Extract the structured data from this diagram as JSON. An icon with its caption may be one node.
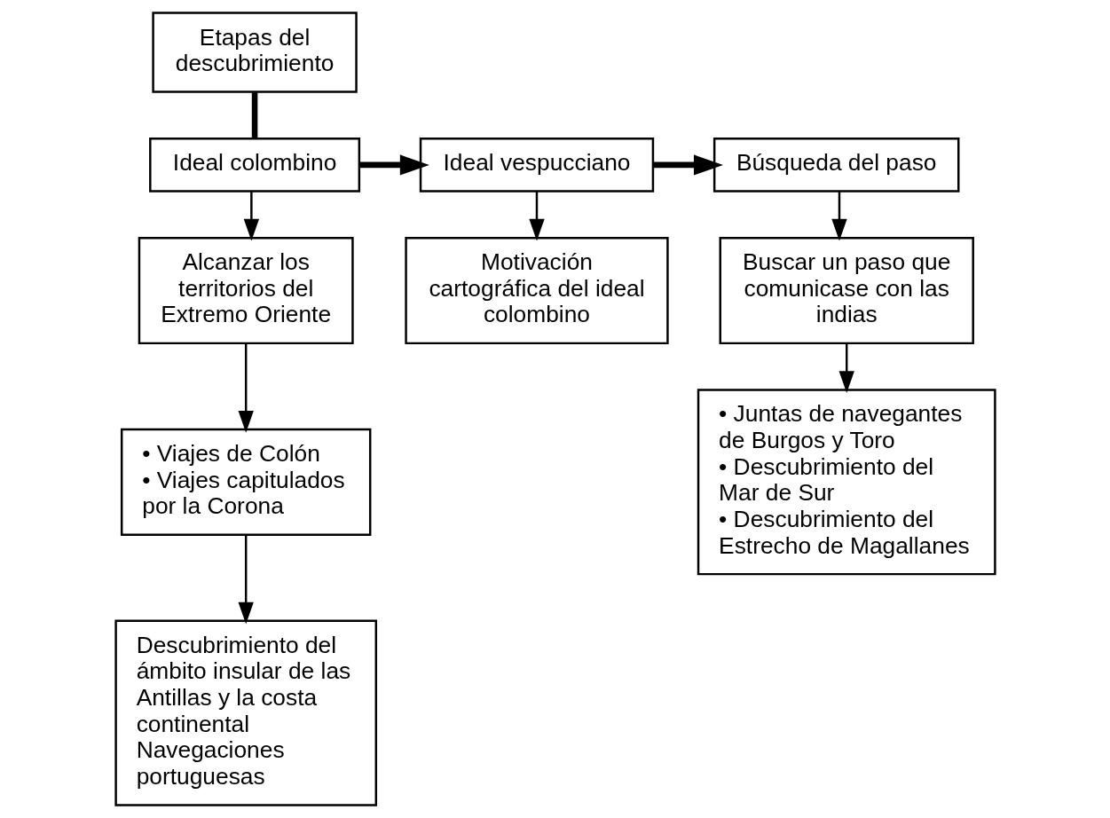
{
  "diagram": {
    "nodes": [
      {
        "text": [
          "Etapas del descubrimiento"
        ]
      },
      {
        "text": [
          "Ideal colombino"
        ]
      },
      {
        "text": [
          "Ideal vespucciano"
        ]
      },
      {
        "text": [
          "Búsqueda del paso"
        ]
      },
      {
        "text": [
          "Alcanzar los territorios del Extremo Oriente"
        ]
      },
      {
        "text": [
          "Motivación cartográfica del ideal colombino"
        ]
      },
      {
        "text": [
          "Buscar un paso que comunicase con las indias"
        ]
      },
      {
        "text": [
          "• Viajes de Colón",
          "• Viajes capitulados por la Corona"
        ]
      },
      {
        "text": [
          "Descubrimiento del ámbito insular de las Antillas y la costa continental",
          "Navegaciones portuguesas"
        ]
      },
      {
        "text": [
          "• Juntas de navegantes de Burgos y Toro",
          "• Descubrimiento del Mar de Sur",
          "• Descubrimiento del Estrecho de Magallanes"
        ]
      }
    ],
    "edges": [
      {
        "from": 0,
        "to": 1,
        "arrow": "none",
        "style": "thick"
      },
      {
        "from": 1,
        "to": 2,
        "arrow": "to",
        "style": "thick"
      },
      {
        "from": 2,
        "to": 3,
        "arrow": "to",
        "style": "thick"
      },
      {
        "from": 1,
        "to": 4,
        "arrow": "to"
      },
      {
        "from": 2,
        "to": 5,
        "arrow": "to"
      },
      {
        "from": 3,
        "to": 6,
        "arrow": "to"
      },
      {
        "from": 4,
        "to": 7,
        "arrow": "to"
      },
      {
        "from": 7,
        "to": 8,
        "arrow": "to"
      },
      {
        "from": 6,
        "to": 9,
        "arrow": "to"
      }
    ]
  }
}
